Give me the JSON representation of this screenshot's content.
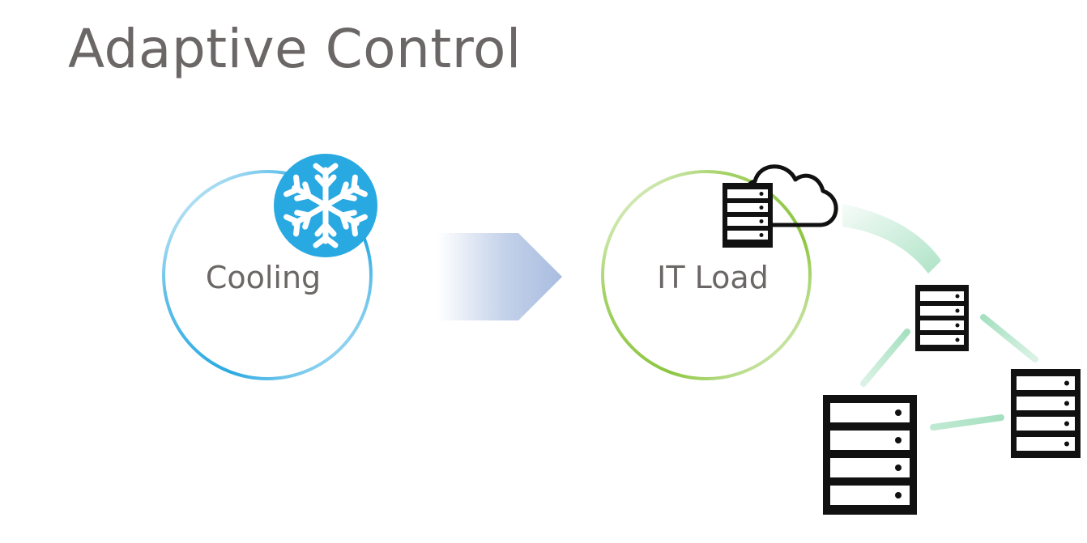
{
  "title": "Adaptive Control",
  "cooling": {
    "label": "Cooling",
    "icon": "snowflake-icon",
    "color": "#29a9e1"
  },
  "it_load": {
    "label": "IT Load",
    "icon": "server-cloud-icon",
    "color": "#8cc63f"
  },
  "arrow": {
    "color": "#a9bde0"
  },
  "connector_color": "#a5e0c0"
}
